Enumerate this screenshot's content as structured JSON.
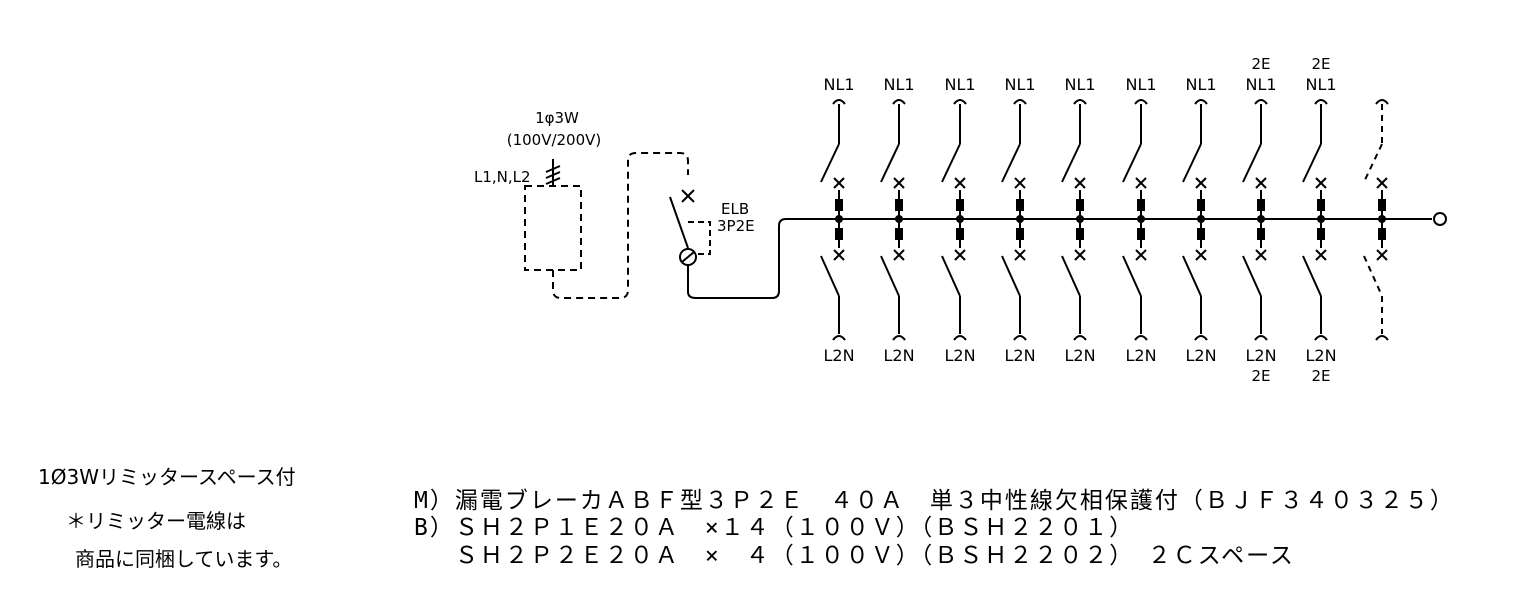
{
  "supply": {
    "phase": "1φ3W",
    "voltage": "(100V/200V)",
    "lines": "L1,N,L2"
  },
  "main_breaker": {
    "name": "ELB",
    "spec": "3P2E"
  },
  "branches": [
    {
      "top_pre": "",
      "top": "NL1",
      "bottom": "L2N",
      "bottom_post": "",
      "kind": "1E"
    },
    {
      "top_pre": "",
      "top": "NL1",
      "bottom": "L2N",
      "bottom_post": "",
      "kind": "1E"
    },
    {
      "top_pre": "",
      "top": "NL1",
      "bottom": "L2N",
      "bottom_post": "",
      "kind": "1E"
    },
    {
      "top_pre": "",
      "top": "NL1",
      "bottom": "L2N",
      "bottom_post": "",
      "kind": "1E"
    },
    {
      "top_pre": "",
      "top": "NL1",
      "bottom": "L2N",
      "bottom_post": "",
      "kind": "1E"
    },
    {
      "top_pre": "",
      "top": "NL1",
      "bottom": "L2N",
      "bottom_post": "",
      "kind": "1E"
    },
    {
      "top_pre": "",
      "top": "NL1",
      "bottom": "L2N",
      "bottom_post": "",
      "kind": "1E"
    },
    {
      "top_pre": "2E",
      "top": "NL1",
      "bottom": "L2N",
      "bottom_post": "2E",
      "kind": "2E"
    },
    {
      "top_pre": "2E",
      "top": "NL1",
      "bottom": "L2N",
      "bottom_post": "2E",
      "kind": "2E"
    },
    {
      "top_pre": "",
      "top": "",
      "bottom": "",
      "bottom_post": "",
      "kind": "space"
    }
  ],
  "side_notes": [
    "1Ø3Wリミッタースペース付",
    "＊リミッター電線は",
    "商品に同梱しています。"
  ],
  "legend": [
    "M）漏電ブレーカＡＢＦ型３Ｐ２Ｅ　４０Ａ　単３中性線欠相保護付（ＢＪＦ３４０３２５）",
    "B）ＳＨ２Ｐ１Ｅ２０Ａ　×１４（１００Ｖ）（ＢＳＨ２２０１）",
    "　 ＳＨ２Ｐ２Ｅ２０Ａ　×　４（１００Ｖ）（ＢＳＨ２２０２）　２Ｃスペース"
  ]
}
